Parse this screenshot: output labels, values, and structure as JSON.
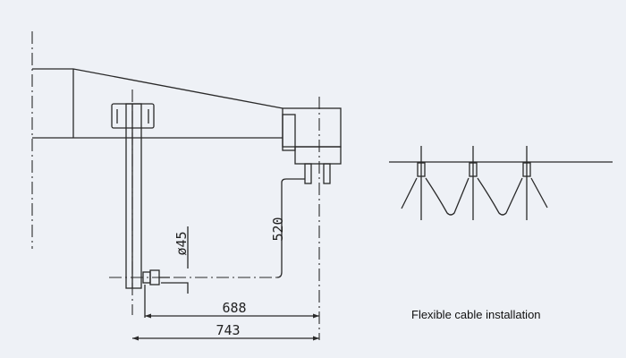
{
  "drawing": {
    "dimensions": {
      "height": "520",
      "diameter": "ø45",
      "inner_width": "688",
      "outer_width": "743"
    },
    "caption": "Flexible cable installation",
    "line_color": "#2a2a2a",
    "background_color": "#eef1f6"
  }
}
